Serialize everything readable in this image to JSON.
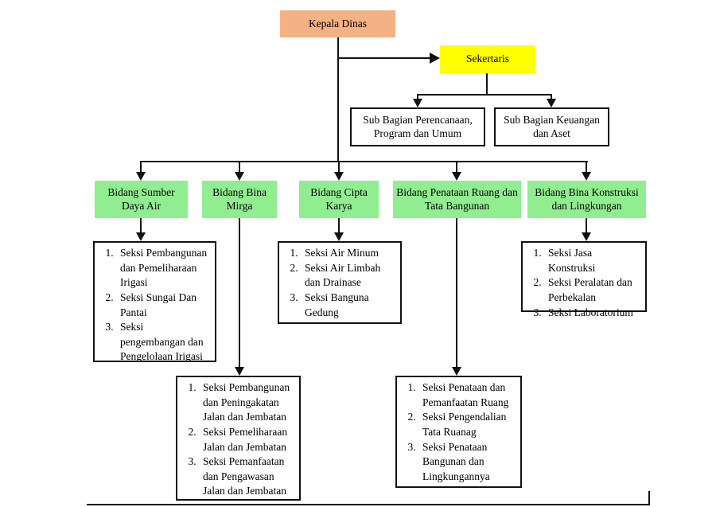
{
  "nodes": {
    "kepala_dinas": {
      "label": "Kepala Dinas"
    },
    "sekertaris": {
      "label": "Sekertaris"
    },
    "sub_perencanaan": {
      "label": "Sub Bagian Perencanaan, Program dan Umum"
    },
    "sub_keuangan": {
      "label": "Sub Bagian Keuangan dan Aset"
    },
    "bidang": [
      {
        "label": "Bidang Sumber Daya Air"
      },
      {
        "label": "Bidang Bina Mirga"
      },
      {
        "label": "Bidang Cipta Karya"
      },
      {
        "label": "Bidang Penataan Ruang dan Tata Bangunan"
      },
      {
        "label": "Bidang Bina Konstruksi dan Lingkungan"
      }
    ],
    "seksi_sumber_daya_air": {
      "items": [
        "Seksi Pembangunan dan Pemeliharaan Irigasi",
        "Seksi Sungai Dan Pantai",
        "Seksi pengembangan dan Pengelolaan Irigasi"
      ]
    },
    "seksi_bina_mirga": {
      "items": [
        "Seksi Pembangunan dan Peningakatan Jalan dan Jembatan",
        "Seksi Pemeliharaan Jalan dan Jembatan",
        "Seksi Pemanfaatan dan Pengawasan Jalan dan Jembatan"
      ]
    },
    "seksi_cipta_karya": {
      "items": [
        "Seksi Air Minum",
        "Seksi Air Limbah dan Drainase",
        "Seksi Banguna Gedung"
      ]
    },
    "seksi_penataan_ruang": {
      "items": [
        "Seksi Penataan dan Pemanfaatan Ruang",
        "Seksi Pengendalian Tata Ruanag",
        "Seksi Penataan Bangunan dan Lingkungannya"
      ]
    },
    "seksi_bina_konstruksi": {
      "items": [
        "Seksi Jasa Konstruksi",
        "Seksi Peralatan dan Perbekalan",
        "Seksi Laboratorium"
      ]
    }
  },
  "colors": {
    "root_fill": "#F4B183",
    "secretary_fill": "#FFFF00",
    "bidang_fill": "#90EE90",
    "line": "#111111"
  }
}
